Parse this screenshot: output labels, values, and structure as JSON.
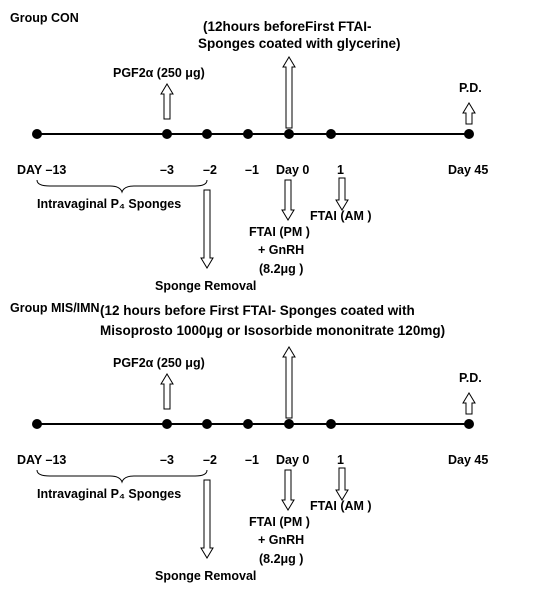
{
  "panels": [
    {
      "group_title": "Group CON",
      "top_note_lines": [
        "(12hours beforeFirst FTAI-",
        "Sponges coated with glycerine)"
      ],
      "pgf_label": "PGF2α (250 μg)",
      "pd_label": "P.D.",
      "day_labels": [
        "DAY –13",
        "–3",
        "–2",
        "–1",
        "Day 0",
        "1",
        "Day 45"
      ],
      "sponge_label": "Intravaginal P₄ Sponges",
      "ftai_am_label": "FTAI (AM )",
      "ftai_pm_lines": [
        "FTAI (PM )",
        "+ GnRH",
        "(8.2μg )"
      ],
      "sponge_removal_label": "Sponge Removal"
    },
    {
      "group_title": "Group MIS/IMN",
      "top_note_lines": [
        "(12 hours before First FTAI- Sponges coated with",
        "Misoprosto 1000μg or Isosorbide mononitrate 120mg)"
      ],
      "pgf_label": "PGF2α (250 μg)",
      "pd_label": "P.D.",
      "day_labels": [
        "DAY –13",
        "–3",
        "–2",
        "–1",
        "Day 0",
        "1",
        "Day 45"
      ],
      "sponge_label": "Intravaginal P₄ Sponges",
      "ftai_am_label": "FTAI (AM )",
      "ftai_pm_lines": [
        "FTAI (PM )",
        "+ GnRH",
        "(8.2μg )"
      ],
      "sponge_removal_label": "Sponge Removal"
    }
  ]
}
